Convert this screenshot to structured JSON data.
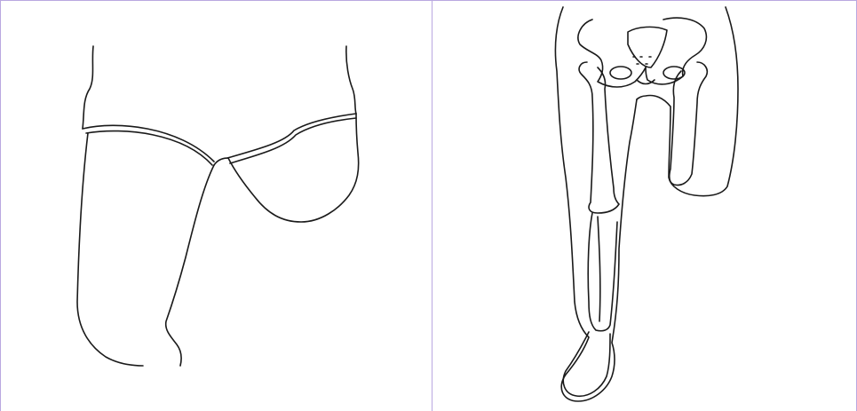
{
  "panels": [
    {
      "id": "left",
      "name": "thigh-stump-outline-drawing"
    },
    {
      "id": "right",
      "name": "skeleton-lower-limb-drawing"
    }
  ],
  "colors": {
    "line": "#1a1a1a",
    "divider": "#b9a8e0",
    "background": "#ffffff"
  }
}
